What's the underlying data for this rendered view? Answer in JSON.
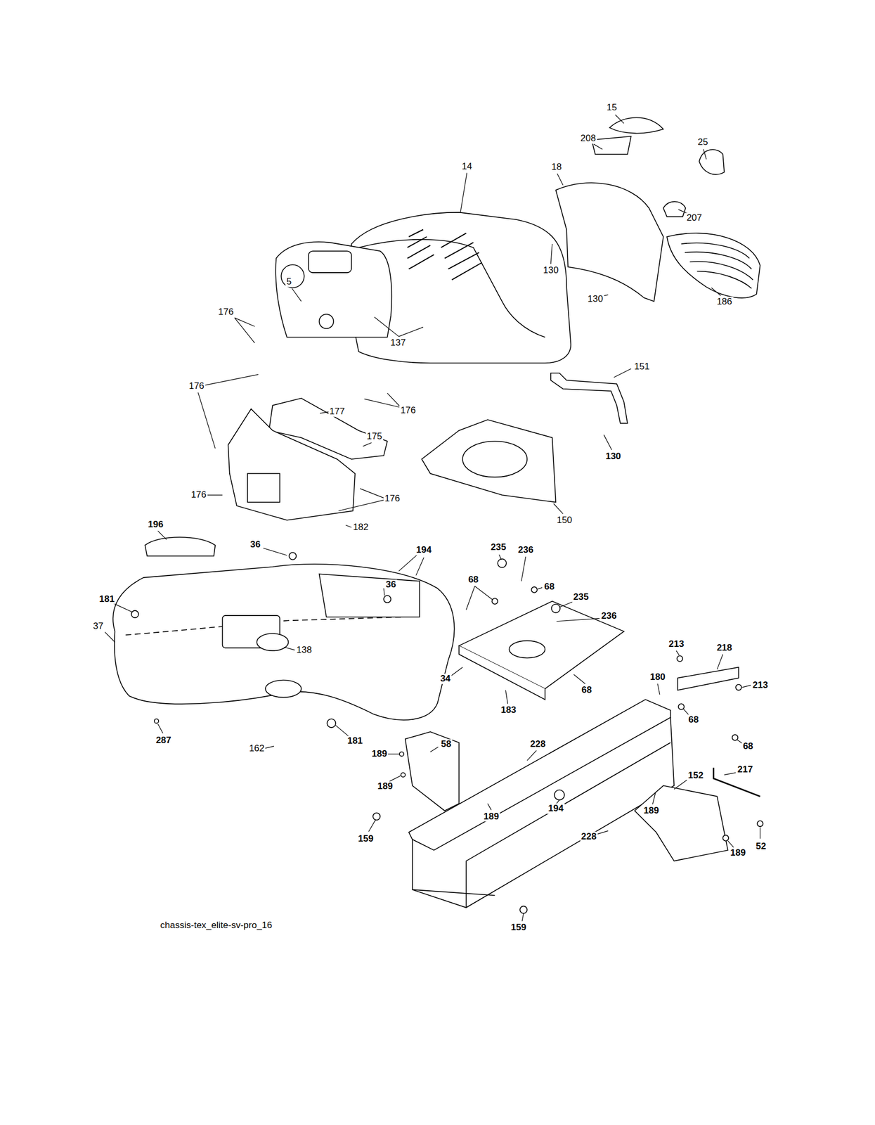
{
  "diagram": {
    "labels": [
      "15",
      "208",
      "25",
      "18",
      "14",
      "207",
      "130",
      "130",
      "186",
      "5",
      "176",
      "137",
      "151",
      "176",
      "176",
      "177",
      "175",
      "130",
      "176",
      "176",
      "150",
      "182",
      "196",
      "36",
      "194",
      "235",
      "236",
      "36",
      "68",
      "68",
      "235",
      "181",
      "37",
      "236",
      "138",
      "34",
      "213",
      "218",
      "180",
      "213",
      "68",
      "68",
      "68",
      "183",
      "287",
      "181",
      "162",
      "58",
      "228",
      "189",
      "217",
      "189",
      "152",
      "194",
      "189",
      "189",
      "189",
      "228",
      "52",
      "159",
      "159",
      "chassis-tex_elite-sv-pro_16"
    ]
  }
}
